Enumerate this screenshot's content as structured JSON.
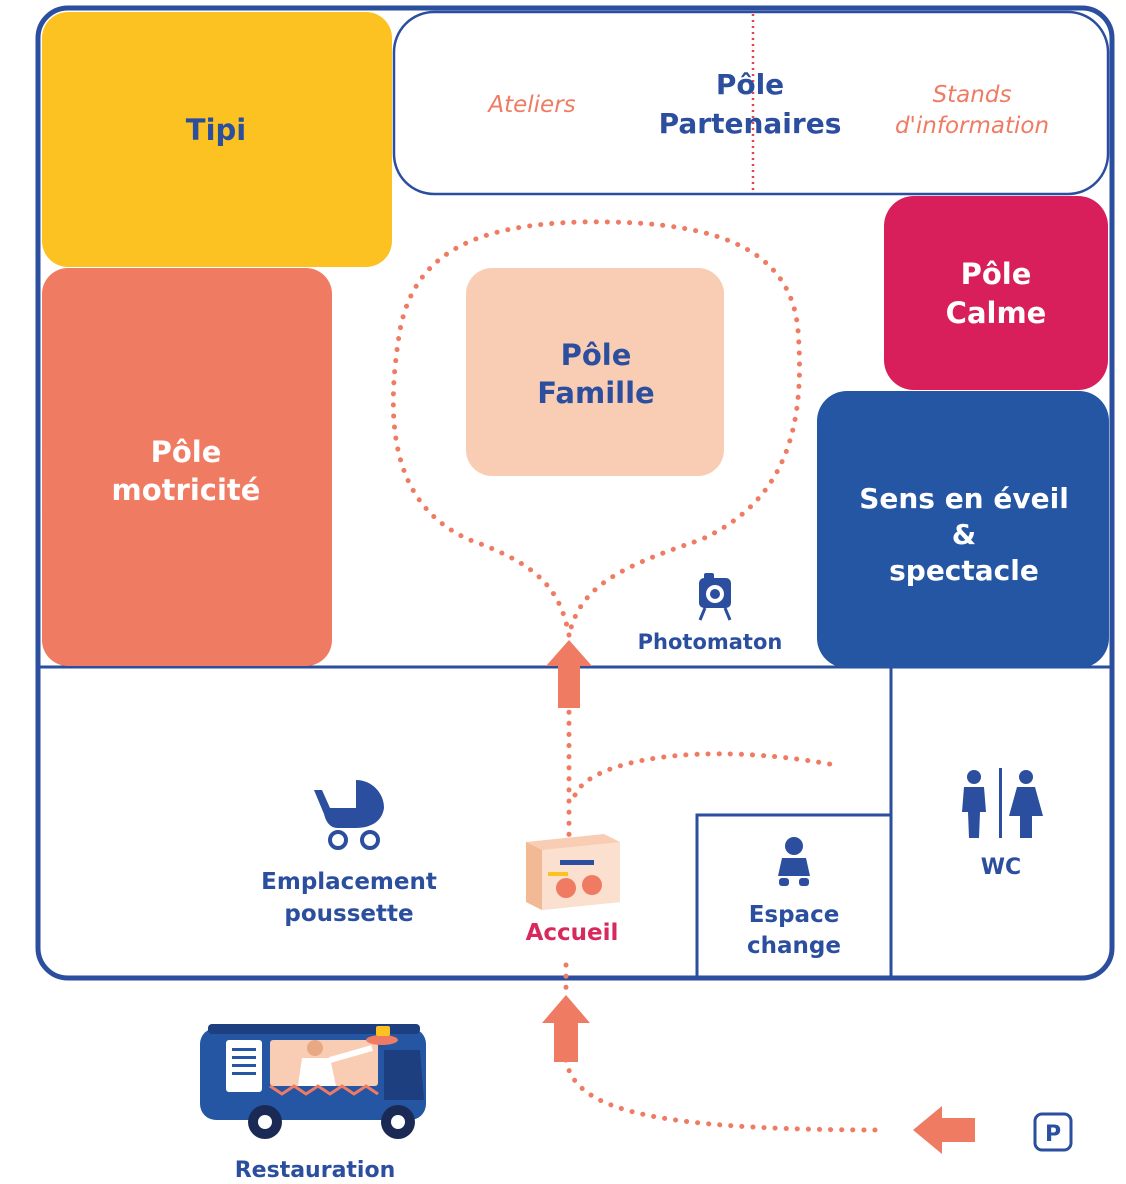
{
  "colors": {
    "navy": "#2b4e9e",
    "yellow": "#fcc221",
    "salmon": "#f07b63",
    "peach": "#f9cdb3",
    "crimson": "#d81e5b",
    "blue": "#2556a4",
    "coral_dots": "#f07b63",
    "pink_text": "#d8295c"
  },
  "zones": {
    "tipi": "Tipi",
    "partenaires": {
      "line1": "Pôle",
      "line2": "Partenaires",
      "left": "Ateliers",
      "right_line1": "Stands",
      "right_line2": "d'information"
    },
    "calme": {
      "line1": "Pôle",
      "line2": "Calme"
    },
    "famille": {
      "line1": "Pôle",
      "line2": "Famille"
    },
    "motricite": {
      "line1": "Pôle",
      "line2": "motricité"
    },
    "sens": {
      "line1": "Sens en éveil",
      "line2": "&",
      "line3": "spectacle"
    }
  },
  "spots": {
    "photomaton": "Photomaton",
    "poussette": {
      "line1": "Emplacement",
      "line2": "poussette"
    },
    "accueil": "Accueil",
    "change": {
      "line1": "Espace",
      "line2": "change"
    },
    "wc": "WC",
    "restauration": "Restauration",
    "parking": "P"
  },
  "icons": [
    "camera-icon",
    "stroller-icon",
    "baby-icon",
    "restroom-icon",
    "food-truck-icon",
    "parking-icon",
    "arrow-up-icon",
    "arrow-left-icon"
  ]
}
